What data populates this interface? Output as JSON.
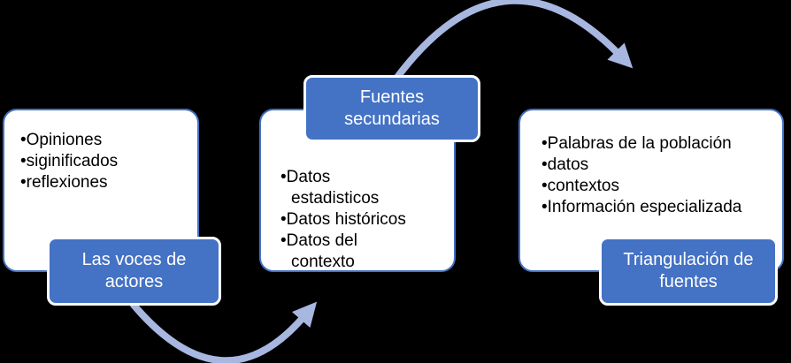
{
  "diagram": {
    "background": "#000000",
    "cards": [
      {
        "name": "las-voces-de-actores",
        "label": "Las voces de\nactores",
        "label_position": "bottom",
        "bullets": [
          "Opiniones",
          "siginificados",
          "reflexiones"
        ]
      },
      {
        "name": "fuentes-secundarias",
        "label": "Fuentes\nsecundarias",
        "label_position": "top",
        "bullets": [
          "Datos\nestadisticos",
          "Datos históricos",
          "Datos del\ncontexto"
        ]
      },
      {
        "name": "triangulacion-de-fuentes",
        "label": "Triangulación de\nfuentes",
        "label_position": "bottom",
        "bullets": [
          "Palabras de la población",
          "datos",
          "contextos",
          "Información especializada"
        ]
      }
    ],
    "arrows": [
      {
        "name": "arrow-voces-to-fuentes",
        "from": "Las voces de actores",
        "to": "Fuentes secundarias",
        "shape": "curved-dip-up-right"
      },
      {
        "name": "arrow-fuentes-to-triangulacion",
        "from": "Fuentes secundarias",
        "to": "Triangulación de fuentes",
        "shape": "curved-arc-down-right"
      }
    ]
  },
  "colors": {
    "accent": "#4472C4",
    "card_bg": "#FFFFFF",
    "card_border": "#4472C4",
    "label_text": "#FFFFFF",
    "label_border": "#FFFFFF",
    "body_text": "#000000",
    "arrow": "#A8B7E0",
    "background": "#000000"
  }
}
